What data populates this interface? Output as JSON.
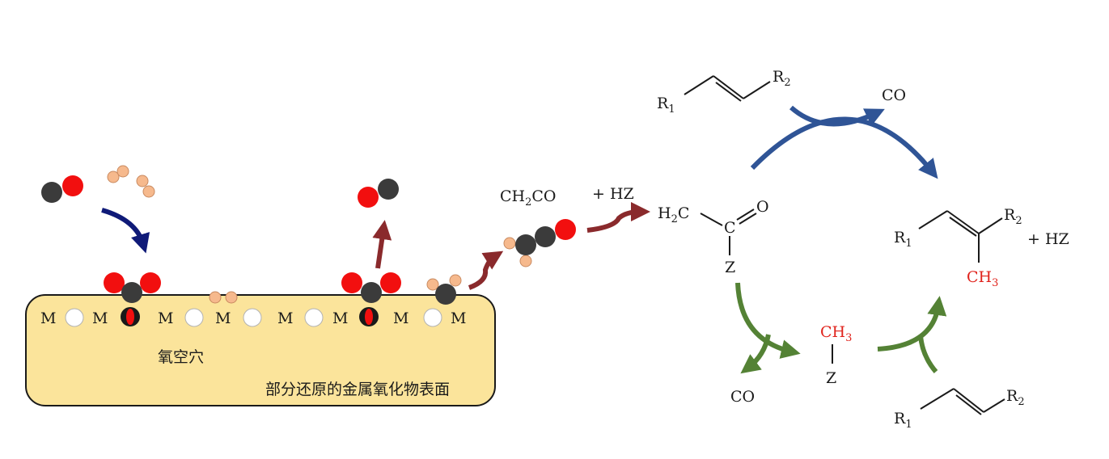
{
  "surface": {
    "label": "部分还原的金属氧化物表面",
    "vacancy_label": "氧空穴",
    "metal_symbol": "M"
  },
  "species": {
    "ketene": {
      "main": "CH",
      "sub": "2",
      "tail": "CO"
    },
    "plus_hz_top": "+ HZ",
    "acyl": {
      "h": "H",
      "sub": "2",
      "c": "C",
      "carbon": "C",
      "oxygen": "O",
      "z": "Z"
    },
    "co_left": "CO",
    "methyl_z": {
      "ch": "CH",
      "sub": "3",
      "z": "Z"
    },
    "co_top": "CO",
    "olefin_top": {
      "r1": "R",
      "r1_sub": "1",
      "r2": "R",
      "r2_sub": "2"
    },
    "product": {
      "r1": "R",
      "r1_sub": "1",
      "r2": "R",
      "r2_sub": "2",
      "ch": "CH",
      "ch_sub": "3",
      "plus_hz": "+ HZ"
    },
    "olefin_bottom": {
      "r1": "R",
      "r1_sub": "1",
      "r2": "R",
      "r2_sub": "2"
    }
  },
  "colors": {
    "surface_fill": "#fbe49b",
    "carbon": "#3b3b3b",
    "oxygen": "#f20f0f",
    "hydrogen": "#f6b98d",
    "arrow_navy": "#0f1a78",
    "arrow_maroon": "#8a2a2c",
    "arrow_blue": "#2f5496",
    "arrow_green": "#548235",
    "highlight_red": "#e0231c"
  }
}
